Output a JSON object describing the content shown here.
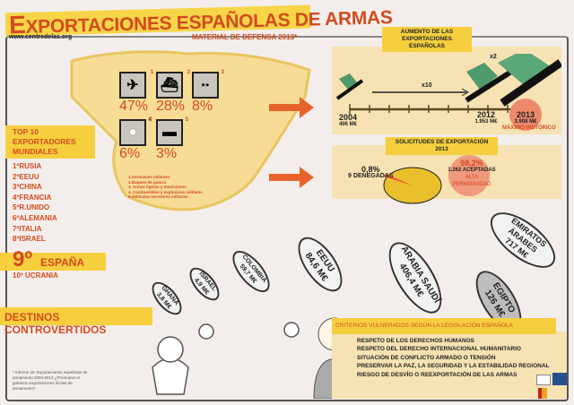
{
  "header": {
    "title_initial": "E",
    "title_rest": "XPORTACIONES ESPAÑOLAS DE ARMAS",
    "url": "www.centredelas.org",
    "subtitle": "MATERIAL DE DEFENSA 2013*"
  },
  "categories": [
    {
      "num": "1",
      "icon": "airplane-icon",
      "glyph": "✈",
      "pct": "47%"
    },
    {
      "num": "2",
      "icon": "warship-icon",
      "glyph": "⛴",
      "pct": "28%"
    },
    {
      "num": "3",
      "icon": "ammunition-icon",
      "glyph": "⁍⁍",
      "pct": "8%"
    },
    {
      "num": "4",
      "icon": "bomb-icon",
      "glyph": "●",
      "pct": "6%"
    },
    {
      "num": "5",
      "icon": "tank-icon",
      "glyph": "▬",
      "pct": "3%"
    }
  ],
  "category_legend": [
    "1.Aeronaves militares",
    "2.Buques de guerra",
    "3. Armas ligeras y municiones",
    "4. Combustibles y explosivos militares",
    "5.Vehículos terrestres militares"
  ],
  "top10": {
    "heading": "TOP 10 EXPORTADORES MUNDIALES",
    "ranks": [
      "1ºRUSIA",
      "2ºEEUU",
      "3ºCHINA",
      "4ºFRANCIA",
      "5ºR.UNIDO",
      "6ºALEMANIA",
      "7ºITALIA",
      "8ºISRAEL"
    ],
    "spain_rank": "9º",
    "spain": "ESPAÑA",
    "tenth": "10º UCRANIA"
  },
  "growth": {
    "title": "AUMENTO DE LAS EXPORTACIONES ESPAÑOLAS",
    "x10": "x10",
    "x2": "x2",
    "points": [
      {
        "year": "2004",
        "value": "406 M€"
      },
      {
        "year": "2012",
        "value": "1.953 M€"
      },
      {
        "year": "2013",
        "value": "3.908 M€"
      }
    ],
    "record": "MÁXIMO HISTÓRICO"
  },
  "requests": {
    "title": "SOLICITUDES DE EXPORTACIÓN 2013",
    "denied_pct": "0,8%",
    "denied": "9 DENEGADAS",
    "accepted_pct": "98,2%",
    "accepted": "1.262 ACEPTADAS",
    "note1": "ALTA",
    "note2": "PERMISIVIDAD",
    "denied_fraction": 0.008
  },
  "destinations": {
    "title": "DESTINOS CONTROVERTIDOS",
    "bombs": [
      {
        "country": "GHANA",
        "value": "3,8 M€"
      },
      {
        "country": "ISRAEL",
        "value": "4,9 M€"
      },
      {
        "country": "COLOMBIA",
        "value": "59,7 M€"
      },
      {
        "country": "EEUU",
        "value": "84,6 M€"
      },
      {
        "country": "ARABIA SAUDÍ",
        "value": "406,4 M€"
      },
      {
        "country": "EGIPTO",
        "value": "126 M€"
      },
      {
        "country": "EMIRATOS ÁRABES",
        "value": "717 M€"
      }
    ]
  },
  "criteria": {
    "title": "CRITERIOS VULNERADOS SEGÚN LA LEGISLACIÓN ESPAÑOLA",
    "items": [
      "RESPETO DE LOS DERECHOS HUMANOS",
      "RESPETO DEL DERECHO INTERNACIONAL HUMANITARIO",
      "SITUACIÓN DE CONFLICTO ARMADO O TENSIÓN",
      "PRESERVAR LA PAZ, LA SEGURIDAD Y LA ESTABILIDAD REGIONAL",
      "RIESGO DE DESVÍO O REEXPORTACIÓN DE LAS ARMAS"
    ]
  },
  "footnote": "* Informe 26: Exportaciones españolas de armamento 2004-2013 ¿Promueve el gobierno exportaciones ilícitas de armamento?",
  "colors": {
    "accent": "#d44a1e",
    "highlight": "#f6cf3f",
    "panel": "#f6e2b3"
  }
}
